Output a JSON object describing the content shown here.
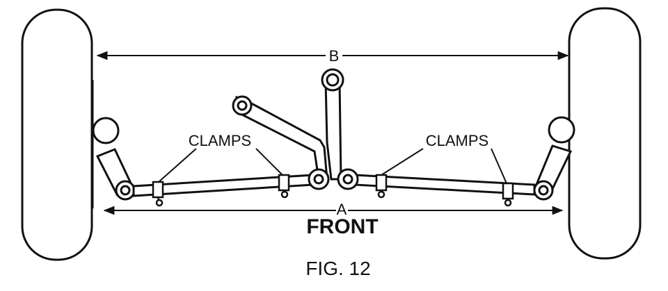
{
  "labels": {
    "dimension_b": "B",
    "dimension_a": "A",
    "clamps_left": "CLAMPS",
    "clamps_right": "CLAMPS",
    "front": "FRONT",
    "figure": "FIG. 12"
  },
  "colors": {
    "ink": "#111111",
    "paper": "#ffffff"
  }
}
